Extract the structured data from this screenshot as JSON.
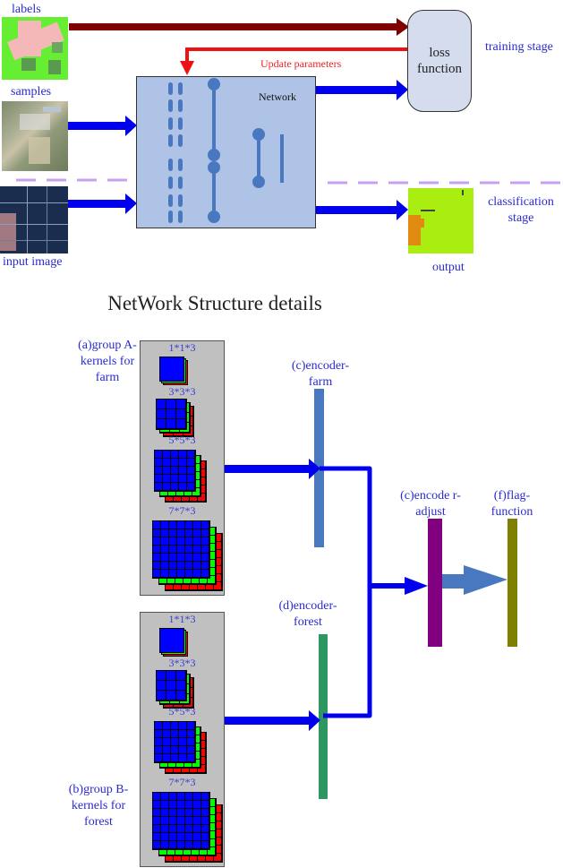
{
  "top_diagram": {
    "labels_caption": "labels",
    "samples_caption": "samples",
    "input_image_caption": "input image",
    "output_caption": "output",
    "update_parameters": "Update parameters",
    "network_label": "Network",
    "loss_function": "loss function",
    "training_stage": "training stage",
    "classification_stage": "classification stage",
    "colors": {
      "label_arrow": "#800000",
      "update_arrow": "#ee1111",
      "data_arrow": "#0000ee",
      "stage_divider": "#c8a0f0",
      "network_fill": "#aec3e6",
      "network_glyph": "#4a78c0",
      "loss_fill": "#d4dcee"
    }
  },
  "structure": {
    "title": "NetWork Structure details",
    "group_a_label": "(a)group A- kernels for farm",
    "group_b_label": "(b)group B- kernels for forest",
    "kernels": [
      "1*1*3",
      "3*3*3",
      "5*5*3",
      "7*7*3"
    ],
    "encoder_farm": "(c)encoder- farm",
    "encoder_forest": "(d)encoder- forest",
    "encoder_adjust": "(c)encode r-adjust",
    "flag_function": "(f)flag- function",
    "colors": {
      "kernel_blue": "#0000ff",
      "kernel_green": "#00ff00",
      "kernel_red": "#ff0000",
      "group_fill": "#c0c0c0",
      "encoder_farm": "#4a78c0",
      "encoder_forest": "#2e9660",
      "encoder_adjust": "#800080",
      "flag_function": "#808000",
      "connector": "#0000ee",
      "adjust_arrow": "#4a78c0"
    }
  }
}
